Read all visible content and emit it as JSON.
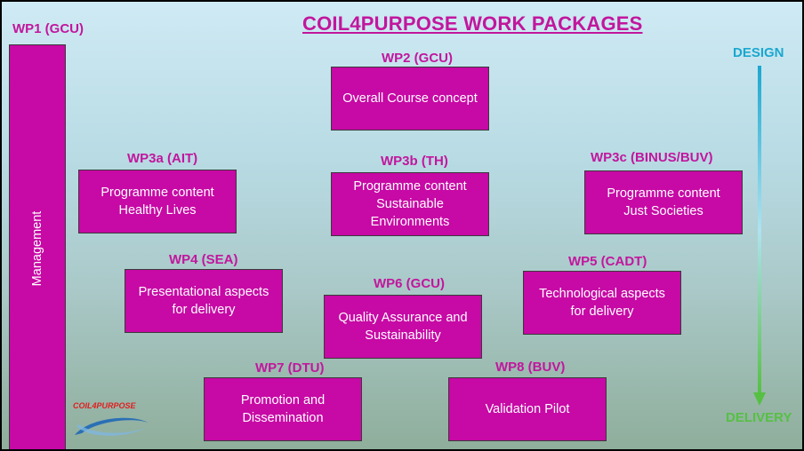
{
  "title": "COIL4PURPOSE WORK PACKAGES",
  "management": {
    "label": "WP1 (GCU)",
    "text": "Management"
  },
  "work_packages": [
    {
      "id": "wp2",
      "label": "WP2 (GCU)",
      "lines": [
        "Overall Course concept"
      ]
    },
    {
      "id": "wp3a",
      "label": "WP3a (AIT)",
      "lines": [
        "Programme content",
        "Healthy Lives"
      ]
    },
    {
      "id": "wp3b",
      "label": "WP3b (TH)",
      "lines": [
        "Programme content",
        "Sustainable",
        "Environments"
      ]
    },
    {
      "id": "wp3c",
      "label": "WP3c (BINUS/BUV)",
      "lines": [
        "Programme content",
        "Just Societies"
      ]
    },
    {
      "id": "wp4",
      "label": "WP4 (SEA)",
      "lines": [
        "Presentational aspects",
        "for delivery"
      ]
    },
    {
      "id": "wp5",
      "label": "WP5 (CADT)",
      "lines": [
        "Technological aspects",
        "for delivery"
      ]
    },
    {
      "id": "wp6",
      "label": "WP6 (GCU)",
      "lines": [
        "Quality Assurance and",
        "Sustainability"
      ]
    },
    {
      "id": "wp7",
      "label": "WP7 (DTU)",
      "lines": [
        "Promotion and",
        "Dissemination"
      ]
    },
    {
      "id": "wp8",
      "label": "WP8 (BUV)",
      "lines": [
        "Validation Pilot"
      ]
    }
  ],
  "arrow": {
    "start": "DESIGN",
    "end": "DELIVERY"
  },
  "logo": {
    "text": "COIL4PURPOSE"
  },
  "colors": {
    "accent": "#c2169d",
    "box": "#c709a5",
    "design": "#1aa7d0",
    "delivery": "#56c043"
  }
}
